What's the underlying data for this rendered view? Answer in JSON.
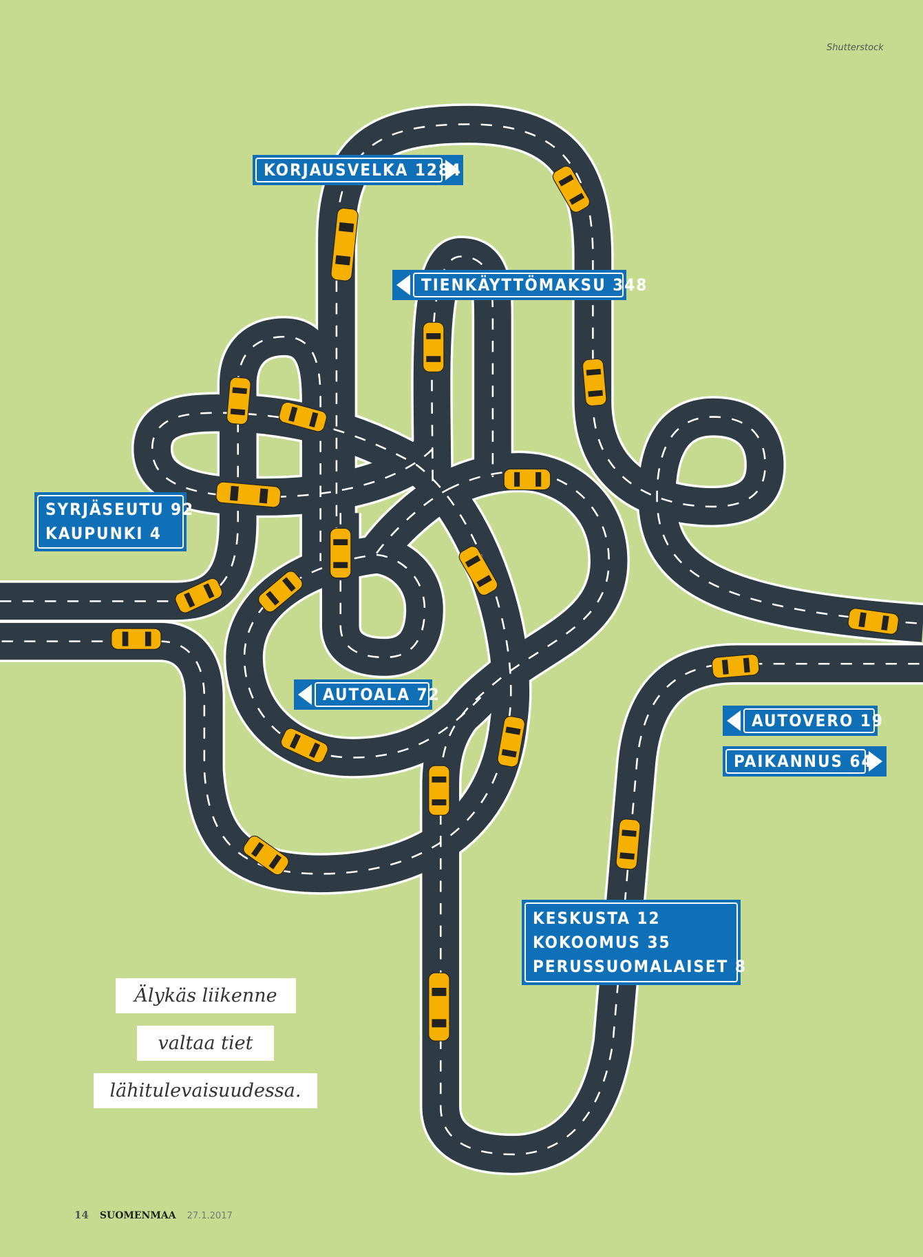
{
  "credit": "Shutterstock",
  "signs": {
    "korjausvelka": "KORJAUSVELKA 1284",
    "tienkayttomaksu": "TIENKÄYTTÖMAKSU 348",
    "syrjaseutu": "SYRJÄSEUTU 92",
    "kaupunki": "KAUPUNKI 4",
    "autoala": "AUTOALA 72",
    "autovero": "AUTOVERO 19",
    "paikannus": "PAIKANNUS 64",
    "keskusta": "KESKUSTA 12",
    "kokoomus": "KOKOOMUS 35",
    "perussuomalaiset": "PERUSSUOMALAISET 8"
  },
  "headline": {
    "line1": "Älykäs liikenne",
    "line2": "valtaa tiet",
    "line3": "lähitulevaisuudessa."
  },
  "footer": {
    "page": "14",
    "magazine": "SUOMENMAA",
    "date": "27.1.2017"
  },
  "colors": {
    "background": "#c6db8f",
    "road": "#2e3b44",
    "sign": "#0f6fb7",
    "car": "#f5b000"
  }
}
